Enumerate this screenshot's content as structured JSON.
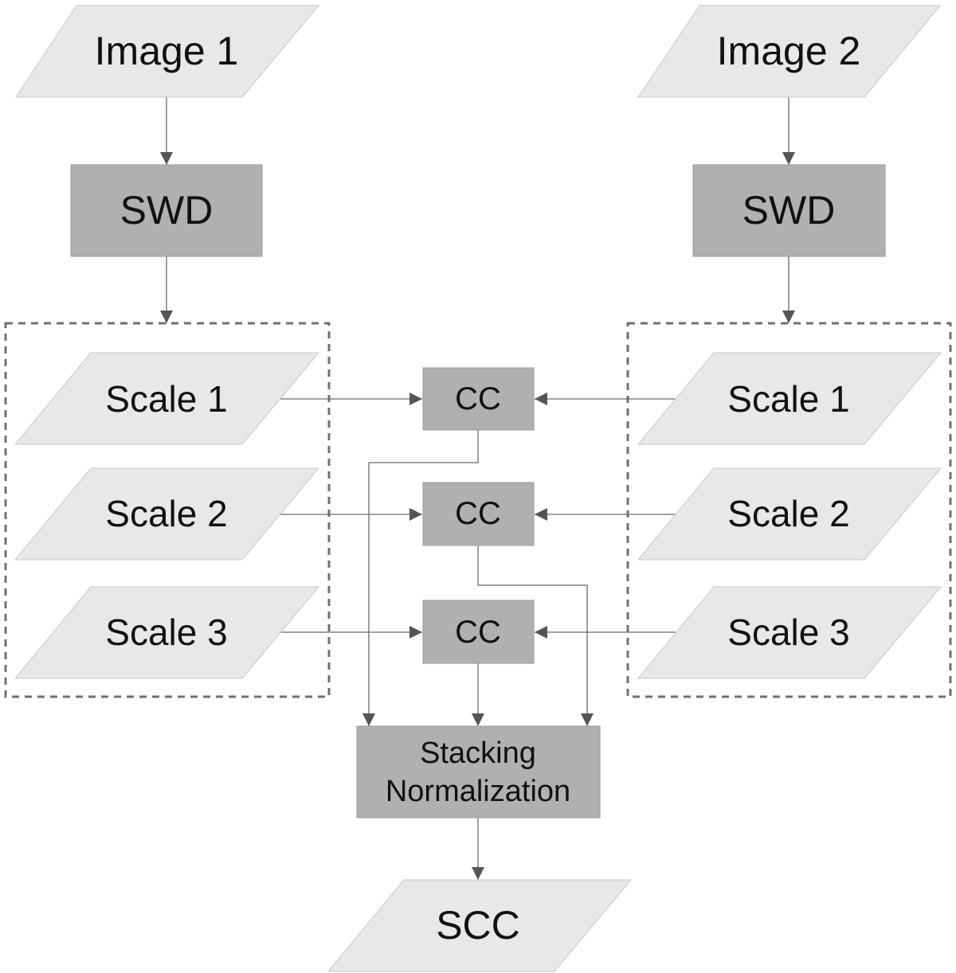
{
  "nodes": {
    "image1": "Image 1",
    "image2": "Image 2",
    "swd_left": "SWD",
    "swd_right": "SWD",
    "left_scales": [
      "Scale 1",
      "Scale 2",
      "Scale 3"
    ],
    "right_scales": [
      "Scale 1",
      "Scale 2",
      "Scale 3"
    ],
    "cc": [
      "CC",
      "CC",
      "CC"
    ],
    "stacking": [
      "Stacking",
      "Normalization"
    ],
    "output": "SCC"
  },
  "colors": {
    "data_shape_fill": "#e8e8e8",
    "process_box_fill": "#b0b0b0",
    "edge": "#6a6a6a",
    "group_border": "#707070"
  }
}
